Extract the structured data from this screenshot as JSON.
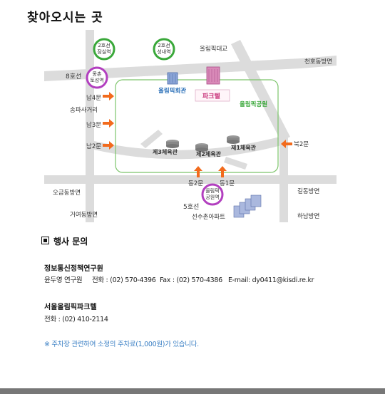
{
  "page": {
    "title": "찾아오시는 곳"
  },
  "map": {
    "stations": {
      "line2_jamsil": "2호선\n잠실역",
      "line2_seongnae": "2호선\n성내역",
      "line8_label": "8호선",
      "line8_station": "몽촌\n토성역",
      "line5_label": "5호선",
      "line5_station": "올림픽\n공원역"
    },
    "roads": {
      "olympic_bridge": "올림픽대교",
      "cheonho": "천호동방면",
      "songpa": "송파사거리",
      "ogeum": "오금동방면",
      "geoyeo": "거여동방면",
      "gildong": "길동방면",
      "hanam": "하남방면"
    },
    "places": {
      "olympic_hall": "올림픽회관",
      "parktel": "파크텔",
      "olympic_park": "올림픽공원",
      "gym3": "제3체육관",
      "gym2": "제2체육관",
      "gym1": "제1체육관",
      "athletes_apt": "선수촌아파트"
    },
    "gates": {
      "south4": "남4문",
      "south3": "남3문",
      "south2": "남2문",
      "north2": "북2문",
      "east2": "동2문",
      "east1": "동1문"
    },
    "colors": {
      "road": "#dcdcdc",
      "park_border": "#7cc46a",
      "arrow": "#f26b1d",
      "green_station": "#3aa83a",
      "purple_station": "#b23fbf",
      "label_blue": "#2a6fb8"
    }
  },
  "inquiry": {
    "heading": "행사 문의",
    "org1": "정보통신정책연구원",
    "org1_contact": "윤두영 연구원     전화 : (02) 570-4396  Fax : (02) 570-4386   E-mail: dy0411@kisdi.re.kr",
    "org2": "서울올림픽파크텔",
    "org2_contact": "전화 : (02) 410-2114",
    "note": "※ 주차장 관련하여 소정의 주차료(1,000원)가 있습니다."
  }
}
